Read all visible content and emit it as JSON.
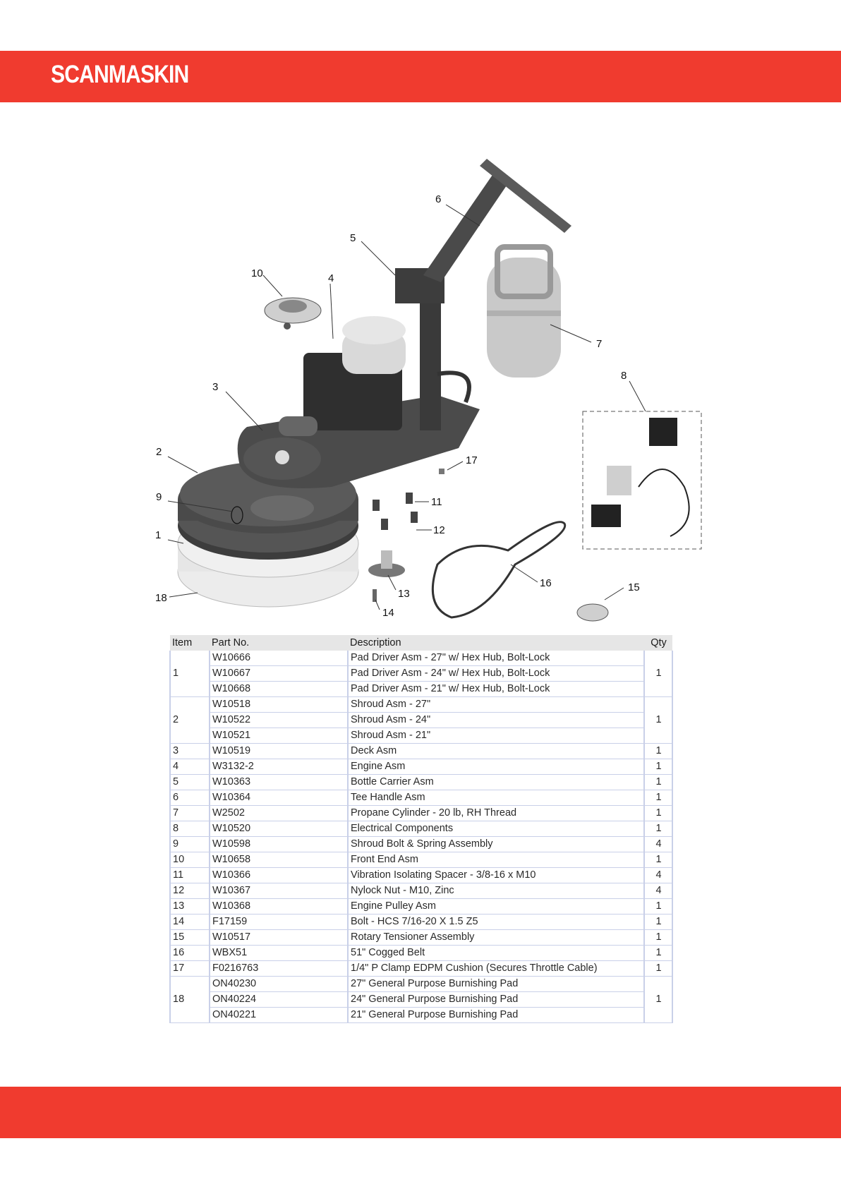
{
  "brand": {
    "name": "SCANMASKIN"
  },
  "diagram": {
    "callouts": [
      "1",
      "2",
      "3",
      "4",
      "5",
      "6",
      "7",
      "8",
      "9",
      "10",
      "11",
      "12",
      "13",
      "14",
      "15",
      "16",
      "17",
      "18"
    ]
  },
  "table": {
    "headers": {
      "item": "Item",
      "part_no": "Part No.",
      "description": "Description",
      "qty": "Qty"
    },
    "groups": [
      {
        "item": "1",
        "qty": "1",
        "rows": [
          {
            "part_no": "W10666",
            "description": "Pad Driver Asm - 27\" w/ Hex Hub, Bolt-Lock"
          },
          {
            "part_no": "W10667",
            "description": "Pad Driver Asm - 24\" w/ Hex Hub, Bolt-Lock"
          },
          {
            "part_no": "W10668",
            "description": "Pad Driver Asm - 21\" w/ Hex Hub, Bolt-Lock"
          }
        ]
      },
      {
        "item": "2",
        "qty": "1",
        "rows": [
          {
            "part_no": "W10518",
            "description": "Shroud Asm  - 27\""
          },
          {
            "part_no": "W10522",
            "description": "Shroud Asm - 24\""
          },
          {
            "part_no": "W10521",
            "description": "Shroud Asm - 21\""
          }
        ]
      },
      {
        "item": "3",
        "qty": "1",
        "rows": [
          {
            "part_no": "W10519",
            "description": "Deck Asm"
          }
        ]
      },
      {
        "item": "4",
        "qty": "1",
        "rows": [
          {
            "part_no": "W3132-2",
            "description": "Engine Asm"
          }
        ]
      },
      {
        "item": "5",
        "qty": "1",
        "rows": [
          {
            "part_no": "W10363",
            "description": "Bottle Carrier Asm"
          }
        ]
      },
      {
        "item": "6",
        "qty": "1",
        "rows": [
          {
            "part_no": "W10364",
            "description": "Tee Handle Asm"
          }
        ]
      },
      {
        "item": "7",
        "qty": "1",
        "rows": [
          {
            "part_no": "W2502",
            "description": "Propane Cylinder - 20 lb, RH Thread"
          }
        ]
      },
      {
        "item": "8",
        "qty": "1",
        "rows": [
          {
            "part_no": "W10520",
            "description": "Electrical Components"
          }
        ]
      },
      {
        "item": "9",
        "qty": "4",
        "rows": [
          {
            "part_no": "W10598",
            "description": "Shroud Bolt & Spring Assembly"
          }
        ]
      },
      {
        "item": "10",
        "qty": "1",
        "rows": [
          {
            "part_no": "W10658",
            "description": "Front End Asm"
          }
        ]
      },
      {
        "item": "11",
        "qty": "4",
        "rows": [
          {
            "part_no": "W10366",
            "description": "Vibration Isolating Spacer - 3/8-16 x M10"
          }
        ]
      },
      {
        "item": "12",
        "qty": "4",
        "rows": [
          {
            "part_no": "W10367",
            "description": "Nylock Nut - M10, Zinc"
          }
        ]
      },
      {
        "item": "13",
        "qty": "1",
        "rows": [
          {
            "part_no": "W10368",
            "description": "Engine Pulley Asm"
          }
        ]
      },
      {
        "item": "14",
        "qty": "1",
        "rows": [
          {
            "part_no": "F17159",
            "description": "Bolt - HCS 7/16-20 X 1.5 Z5"
          }
        ]
      },
      {
        "item": "15",
        "qty": "1",
        "rows": [
          {
            "part_no": "W10517",
            "description": "Rotary Tensioner Assembly"
          }
        ]
      },
      {
        "item": "16",
        "qty": "1",
        "rows": [
          {
            "part_no": "WBX51",
            "description": "51\" Cogged Belt"
          }
        ]
      },
      {
        "item": "17",
        "qty": "1",
        "rows": [
          {
            "part_no": "F0216763",
            "description": "1/4\" P Clamp EDPM Cushion (Secures Throttle Cable)"
          }
        ]
      },
      {
        "item": "18",
        "qty": "1",
        "rows": [
          {
            "part_no": "ON40230",
            "description": "27\" General Purpose Burnishing Pad"
          },
          {
            "part_no": "ON40224",
            "description": "24\" General Purpose Burnishing Pad"
          },
          {
            "part_no": "ON40221",
            "description": "21\" General Purpose Burnishing Pad"
          }
        ]
      }
    ]
  },
  "colors": {
    "brand_red": "#f03b2f",
    "table_border": "#c9d0e8",
    "header_fill": "#e6e6e6"
  }
}
